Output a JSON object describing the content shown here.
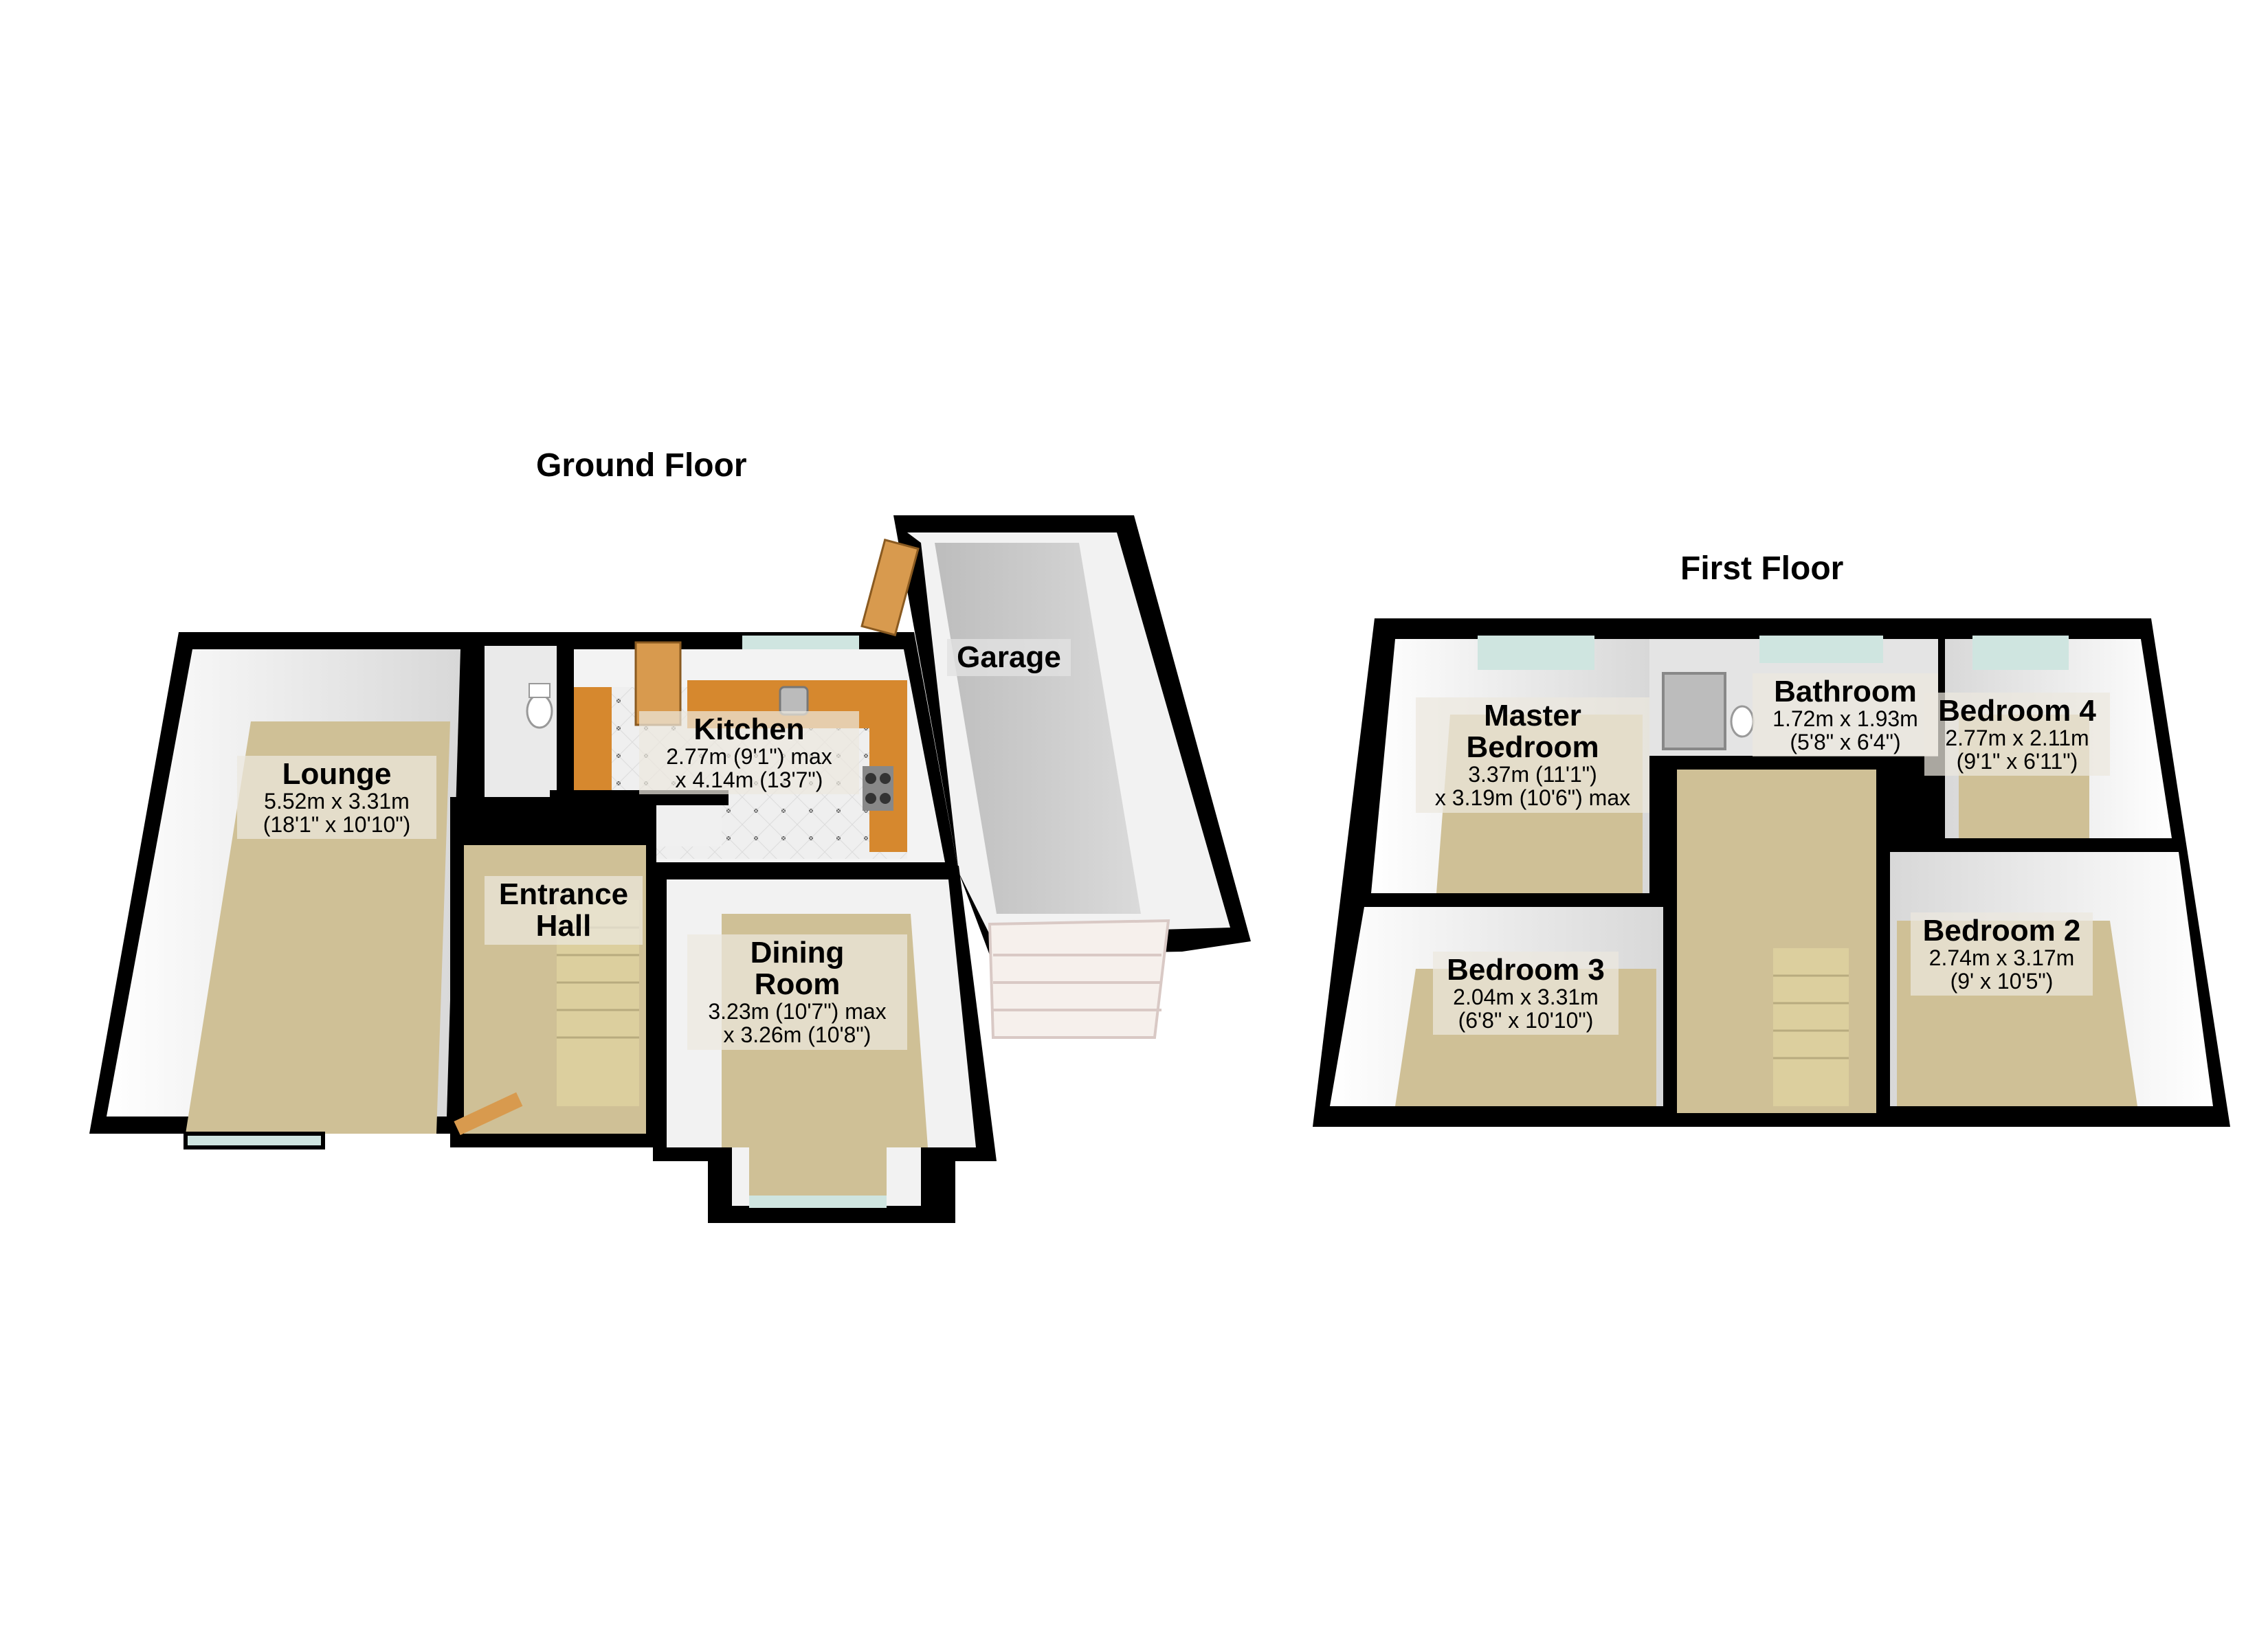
{
  "floors": {
    "ground": {
      "title": "Ground Floor",
      "rooms": {
        "lounge": {
          "name": "Lounge",
          "dim1": "5.52m x 3.31m",
          "dim2": "(18'1\" x 10'10\")"
        },
        "kitchen": {
          "name": "Kitchen",
          "dim1": "2.77m (9'1\") max",
          "dim2": "x 4.14m (13'7\")"
        },
        "garage": {
          "name": "Garage"
        },
        "entrance_hall": {
          "name": "Entrance",
          "name2": "Hall"
        },
        "dining_room": {
          "name": "Dining",
          "name2": "Room",
          "dim1": "3.23m (10'7\") max",
          "dim2": "x 3.26m (10'8\")"
        }
      }
    },
    "first": {
      "title": "First Floor",
      "rooms": {
        "master_bedroom": {
          "name": "Master",
          "name2": "Bedroom",
          "dim1": "3.37m (11'1\")",
          "dim2": "x 3.19m (10'6\") max"
        },
        "bathroom": {
          "name": "Bathroom",
          "dim1": "1.72m x 1.93m",
          "dim2": "(5'8\" x 6'4\")"
        },
        "bedroom_4": {
          "name": "Bedroom 4",
          "dim1": "2.77m x 2.11m",
          "dim2": "(9'1\" x 6'11\")"
        },
        "bedroom_3": {
          "name": "Bedroom 3",
          "dim1": "2.04m x 3.31m",
          "dim2": "(6'8\" x 10'10\")"
        },
        "bedroom_2": {
          "name": "Bedroom 2",
          "dim1": "2.74m x 3.17m",
          "dim2": "(9' x 10'5\")"
        }
      }
    }
  },
  "colors": {
    "wall": "#000000",
    "wall_inner": "#f4f4f4",
    "carpet": "#cfc096",
    "kitchen_floor": "#eeeeee",
    "worktop": "#d6882e",
    "garage_floor": "#c9c9c9",
    "door_wood": "#d89a4e",
    "window_glass": "#cfe5e0"
  }
}
